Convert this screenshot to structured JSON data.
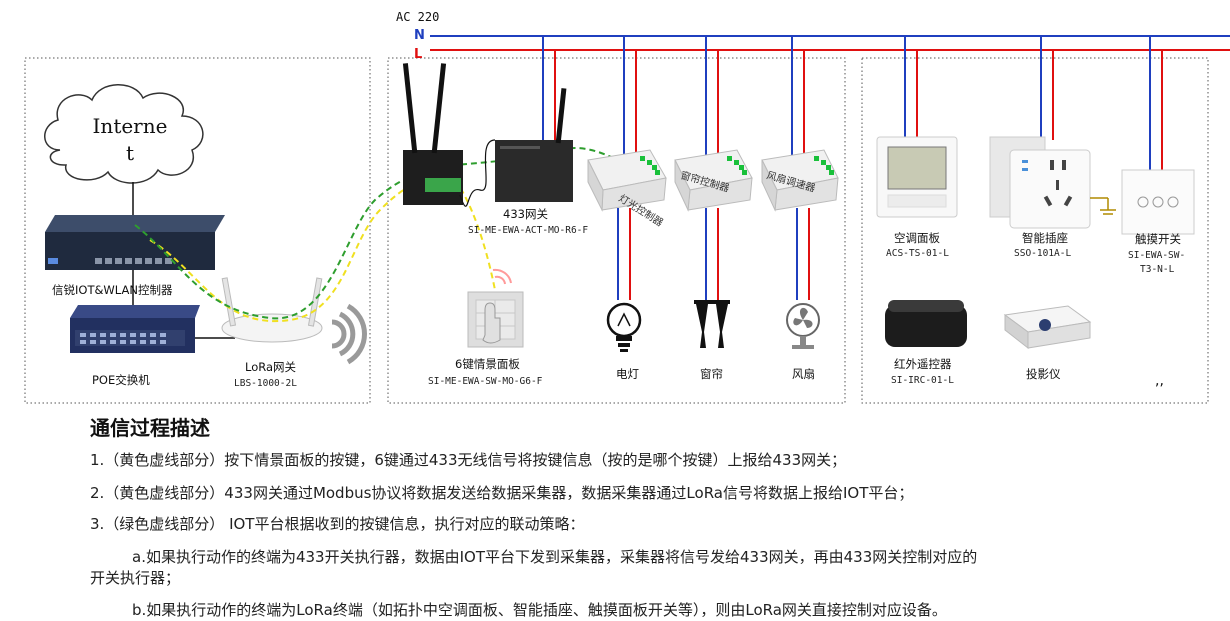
{
  "power": {
    "ac_label": "AC 220",
    "n_label": "N",
    "l_label": "L"
  },
  "internet": {
    "line1": "Interne",
    "line2": "t"
  },
  "devices": {
    "controller": "信锐IOT&WLAN控制器",
    "poe_switch": "POE交换机",
    "lora_gw_name": "LoRa网关",
    "lora_gw_model": "LBS-1000-2L",
    "gw433_name": "433网关",
    "gw433_model": "SI-ME-EWA-ACT-MO-R6-F",
    "panel6_name": "6键情景面板",
    "panel6_model": "SI-ME-EWA-SW-MO-G6-F",
    "light_ctrl": "灯光控制器",
    "curtain_ctrl": "窗帘控制器",
    "fan_ctrl": "风扇调速器",
    "lamp": "电灯",
    "curtain": "窗帘",
    "fan": "风扇",
    "ac_panel_name": "空调面板",
    "ac_panel_model": "ACS-TS-01-L",
    "socket_name": "智能插座",
    "socket_model": "SSO-101A-L",
    "touch_name": "触摸开关",
    "touch_model1": "SI-EWA-SW-",
    "touch_model2": "T3-N-L",
    "ir_name": "红外遥控器",
    "ir_model": "SI-IRC-01-L",
    "projector": "投影仪",
    "quote_mark": ",,"
  },
  "description": {
    "heading": "通信过程描述",
    "p1": "1.（黄色虚线部分）按下情景面板的按键，6键通过433无线信号将按键信息（按的是哪个按键）上报给433网关；",
    "p2": "2.（黄色虚线部分）433网关通过Modbus协议将数据发送给数据采集器，数据采集器通过LoRa信号将数据上报给IOT平台；",
    "p3": "3.（绿色虚线部分） IOT平台根据收到的按键信息，执行对应的联动策略：",
    "p4a": "a.如果执行动作的终端为433开关执行器，数据由IOT平台下发到采集器，采集器将信号发给433网关，再由433网关控制对应的",
    "p4b": "开关执行器；",
    "p5": "b.如果执行动作的终端为LoRa终端（如拓扑中空调面板、智能插座、触摸面板开关等），则由LoRa网关直接控制对应设备。"
  },
  "colors": {
    "neutral": "#1f3fbf",
    "live": "#e01010",
    "yellow_path": "#f0e020",
    "green_path": "#2e9e2e"
  }
}
